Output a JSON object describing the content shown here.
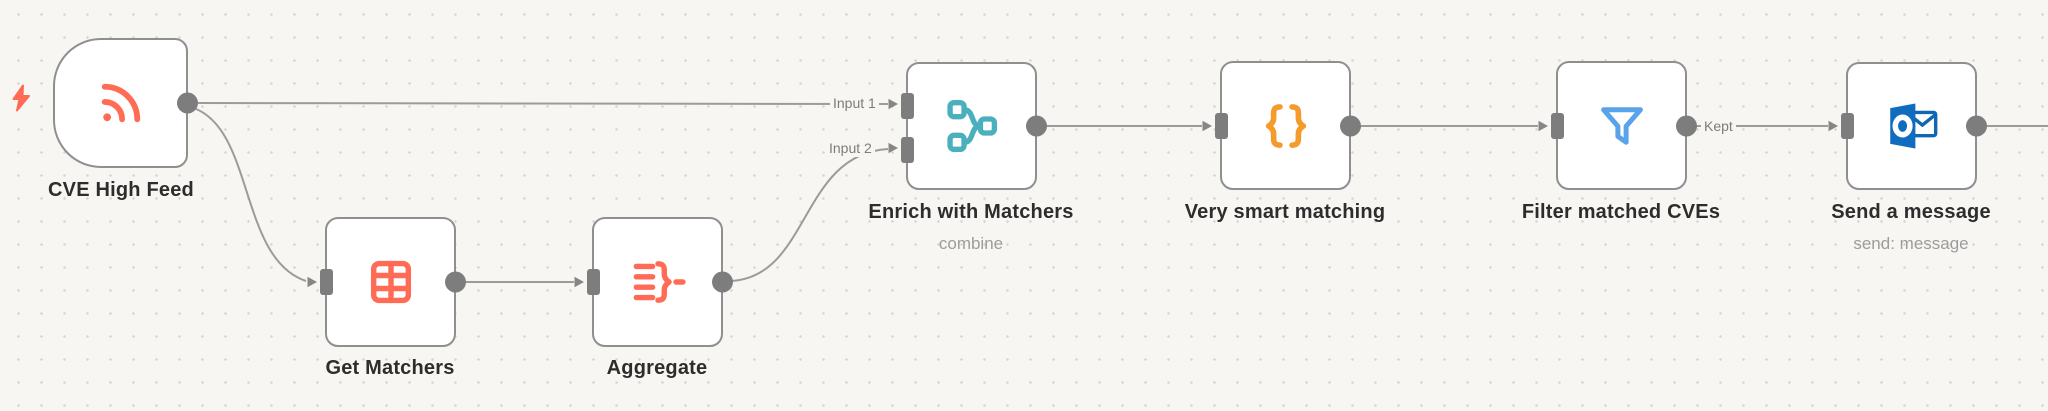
{
  "app": {
    "name": "workflow-editor-canvas"
  },
  "colors": {
    "canvas_bg": "#f7f6f3",
    "grid_dot": "#d7d5d0",
    "node_border": "#8f8f8f",
    "edge": "#9b9b9b",
    "connector": "#7d7d7d",
    "title_text": "#2d2d2d",
    "subtitle_text": "#9c9c9c",
    "edge_label_text": "#7c7c7c",
    "coral": "#ff6b55",
    "teal": "#4bb0bd",
    "orange": "#f59b2b",
    "light_blue": "#58a3ea",
    "outlook_blue": "#0f6cbe"
  },
  "trigger_indicator": {
    "icon": "lightning-bolt-icon",
    "color": "#ff6b55"
  },
  "nodes": [
    {
      "id": "cve-high-feed",
      "title": "CVE High Feed",
      "shape": "trigger",
      "icon": "rss-icon",
      "icon_color": "#ff6b55"
    },
    {
      "id": "get-matchers",
      "title": "Get Matchers",
      "icon": "table-grid-icon",
      "icon_color": "#ff6b55"
    },
    {
      "id": "aggregate",
      "title": "Aggregate",
      "icon": "aggregate-icon",
      "icon_color": "#ff6b55"
    },
    {
      "id": "enrich-with-matchers",
      "title": "Enrich with Matchers",
      "subtitle": "combine",
      "icon": "merge-icon",
      "icon_color": "#4bb0bd",
      "inputs": [
        "Input 1",
        "Input 2"
      ]
    },
    {
      "id": "very-smart-matching",
      "title": "Very smart matching",
      "icon": "code-braces-icon",
      "icon_color": "#f59b2b"
    },
    {
      "id": "filter-matched-cves",
      "title": "Filter matched CVEs",
      "icon": "funnel-icon",
      "icon_color": "#58a3ea",
      "output_label": "Kept"
    },
    {
      "id": "send-a-message",
      "title": "Send a message",
      "subtitle": "send: message",
      "icon": "outlook-icon",
      "icon_color": "#0f6cbe"
    }
  ],
  "connections": [
    {
      "from": "CVE High Feed",
      "to": "Enrich with Matchers",
      "to_input": "Input 1"
    },
    {
      "from": "CVE High Feed",
      "to": "Get Matchers"
    },
    {
      "from": "Get Matchers",
      "to": "Aggregate"
    },
    {
      "from": "Aggregate",
      "to": "Enrich with Matchers",
      "to_input": "Input 2"
    },
    {
      "from": "Enrich with Matchers",
      "to": "Very smart matching"
    },
    {
      "from": "Very smart matching",
      "to": "Filter matched CVEs"
    },
    {
      "from": "Filter matched CVEs",
      "to": "Send a message",
      "from_output": "Kept"
    },
    {
      "from": "Send a message",
      "to": "off-canvas-right"
    }
  ]
}
